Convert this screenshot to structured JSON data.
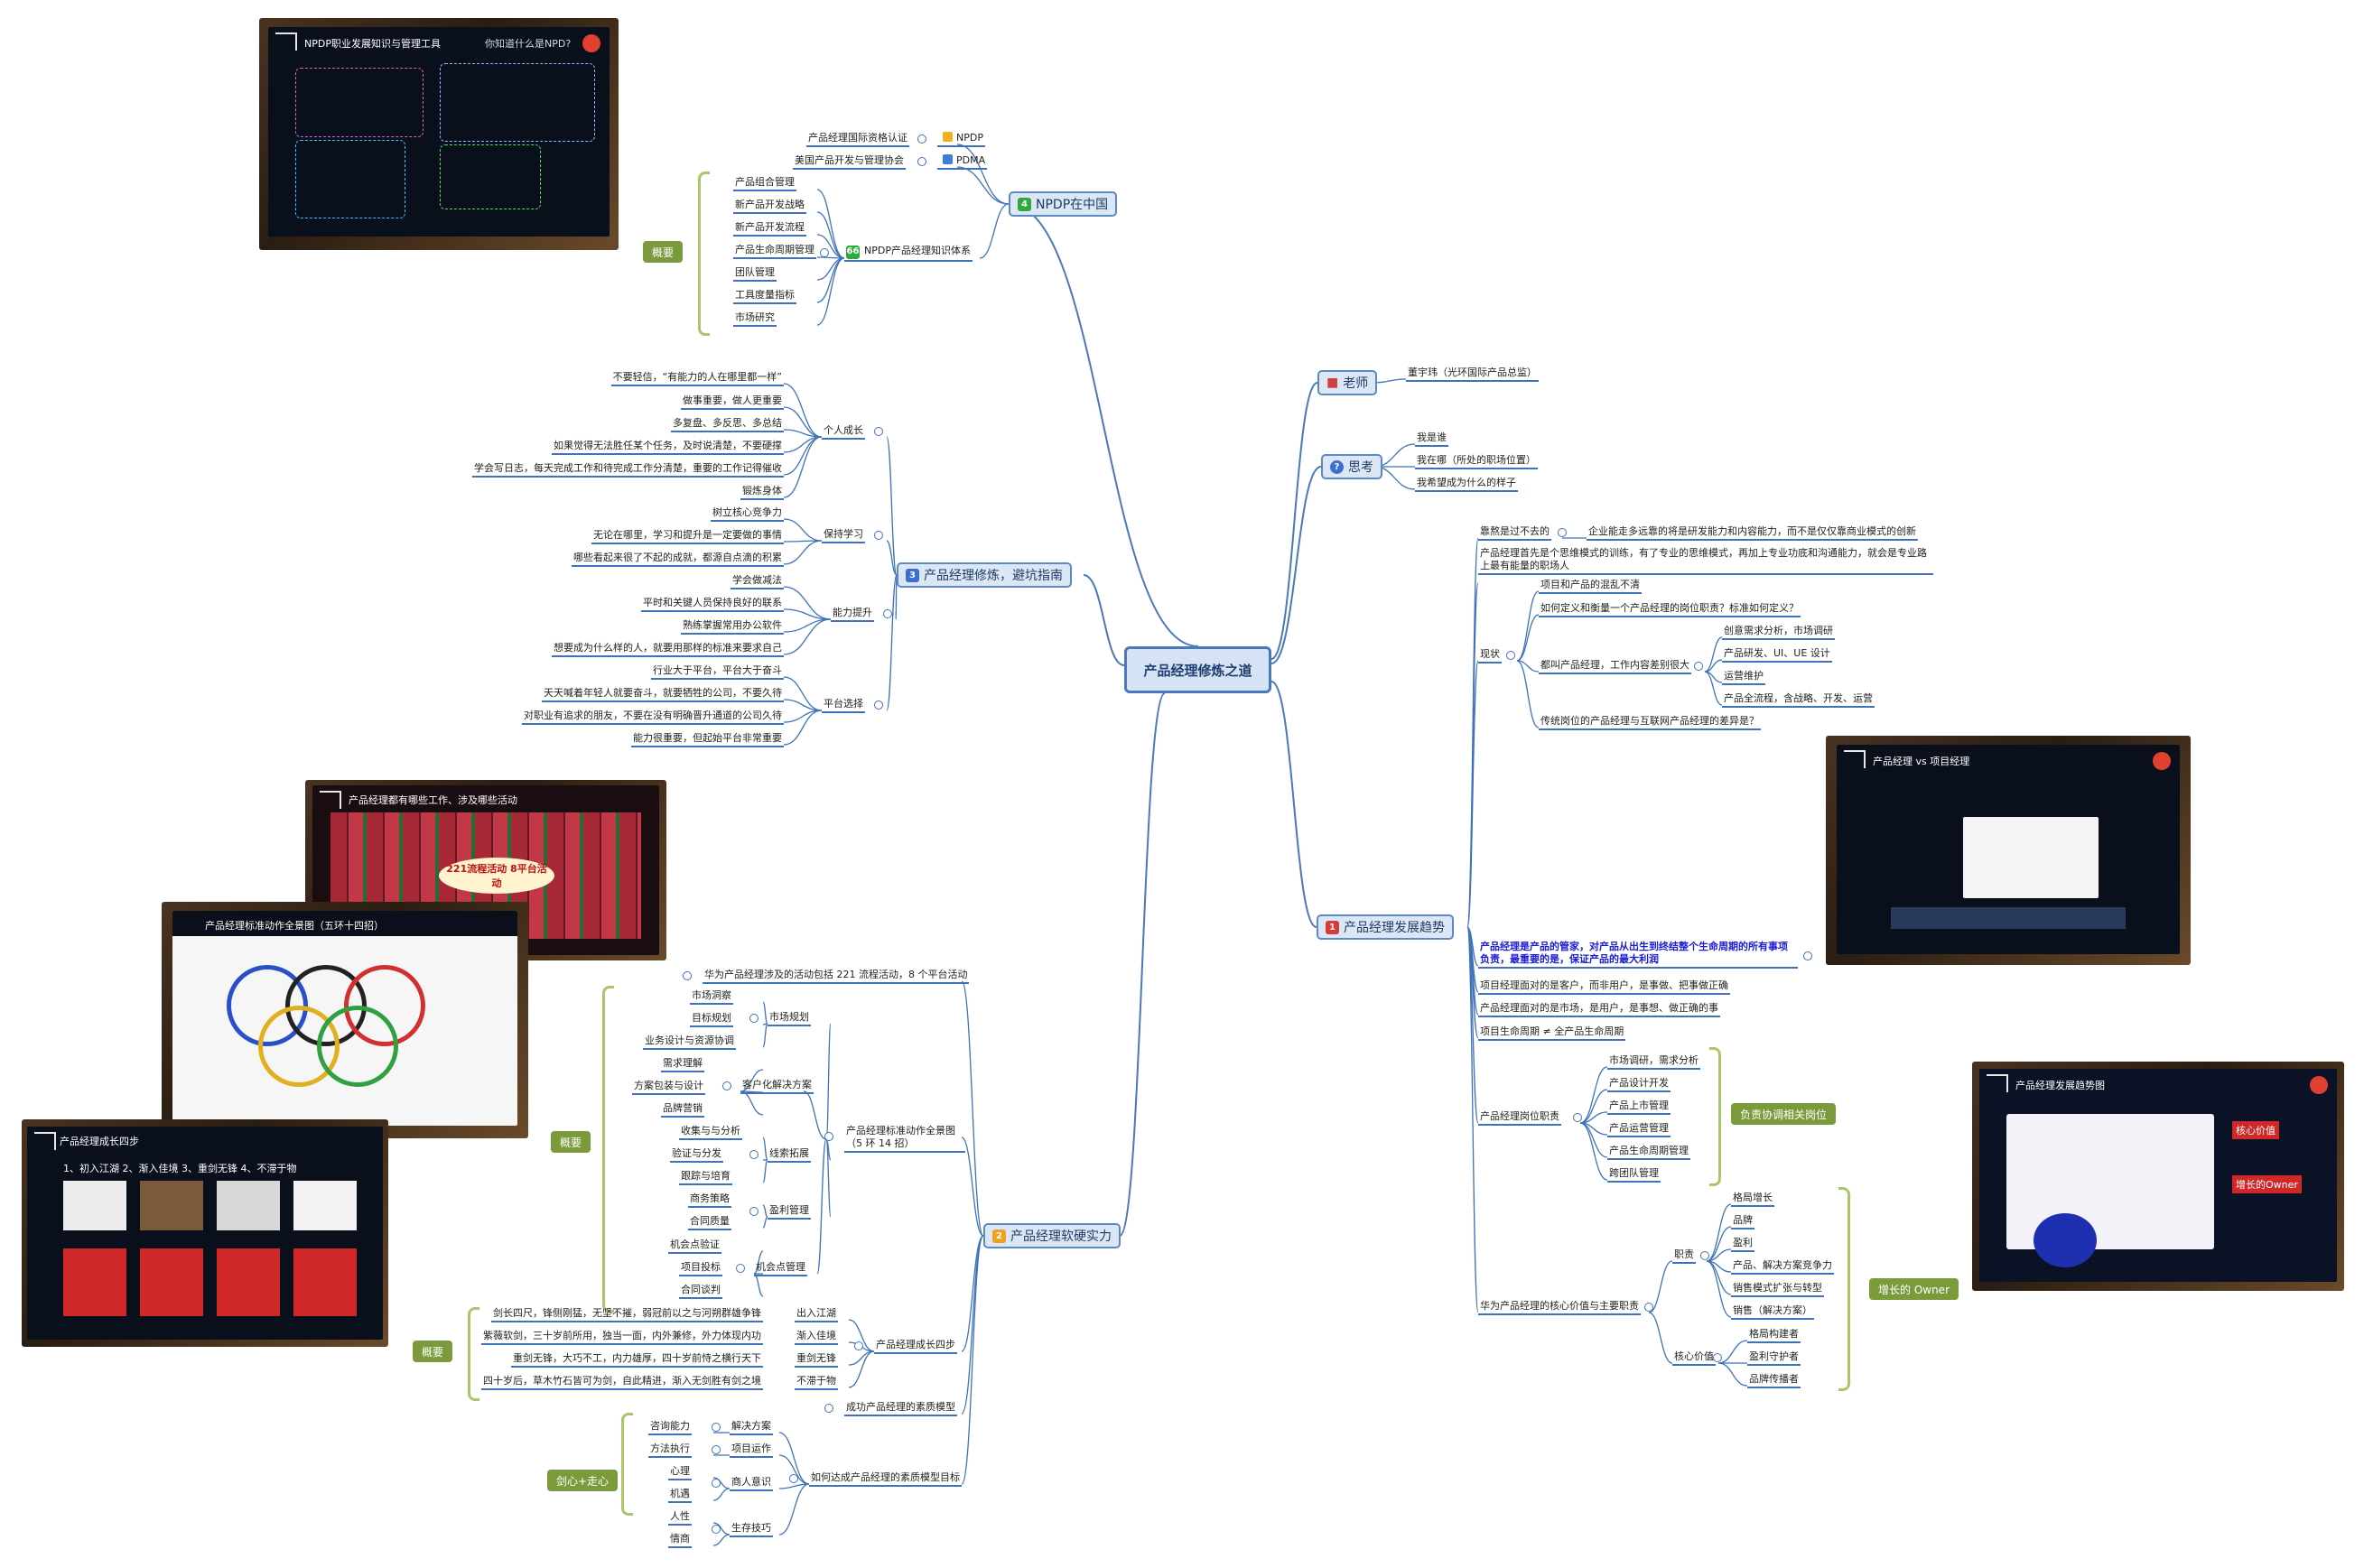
{
  "root": {
    "title": "产品经理修炼之道"
  },
  "branches": {
    "npdp": {
      "badge": "4",
      "title": "NPDP在中国",
      "badge_color": "#2eaa3c"
    },
    "teacher": {
      "title": "老师",
      "teacher_name": "董宇玮（光环国际产品总监）"
    },
    "think": {
      "title": "思考",
      "items": [
        "我是谁",
        "我在哪（所处的职场位置）",
        "我希望成为什么的样子"
      ]
    },
    "trend": {
      "badge": "1",
      "title": "产品经理发展趋势",
      "badge_color": "#d83a3a"
    },
    "guide": {
      "badge": "3",
      "title": "产品经理修炼，避坑指南",
      "badge_color": "#3b6fd1"
    },
    "soft": {
      "badge": "2",
      "title": "产品经理软硬实力",
      "badge_color": "#f0a020"
    }
  },
  "npdp": {
    "cert1": "产品经理国际资格认证",
    "cert1_tag": "NPDP",
    "cert2": "美国产品开发与管理协会",
    "cert2_tag": "PDMA",
    "system_badge": "66",
    "system_title": "NPDP产品经理知识体系",
    "system_items": [
      "产品组合管理",
      "新产品开发战略",
      "新产品开发流程",
      "产品生命周期管理",
      "团队管理",
      "工具度量指标",
      "市场研究"
    ],
    "summary": "概要"
  },
  "guide": {
    "groups": [
      {
        "label": "个人成长",
        "items": [
          "不要轻信，“有能力的人在哪里都一样”",
          "做事重要，做人更重要",
          "多复盘、多反思、多总结",
          "如果觉得无法胜任某个任务，及时说清楚，不要硬撑",
          "学会写日志，每天完成工作和待完成工作分清楚，重要的工作记得催收",
          "锻炼身体"
        ]
      },
      {
        "label": "保持学习",
        "items": [
          "树立核心竞争力",
          "无论在哪里，学习和提升是一定要做的事情",
          "哪些看起来很了不起的成就，都源自点滴的积累"
        ]
      },
      {
        "label": "能力提升",
        "items": [
          "学会做减法",
          "平时和关键人员保持良好的联系",
          "熟练掌握常用办公软件",
          "想要成为什么样的人，就要用那样的标准来要求自己"
        ]
      },
      {
        "label": "平台选择",
        "items": [
          "行业大于平台，平台大于奋斗",
          "天天喊着年轻人就要奋斗，就要牺牲的公司，不要久待",
          "对职业有追求的朋友，不要在没有明确晋升通道的公司久待",
          "能力很重要，但起始平台非常重要"
        ]
      }
    ]
  },
  "trend": {
    "n1": "靠熬是过不去的",
    "n1_child": "企业能走多远靠的将是研发能力和内容能力，而不是仅仅靠商业模式的创新",
    "n2": "产品经理首先是个思维模式的训练，有了专业的思维模式，再加上专业功底和沟通能力，就会是专业路上最有能量的职场人",
    "status": "现状",
    "status_items": [
      "项目和产品的混乱不清",
      "如何定义和衡量一个产品经理的岗位职责？标准如何定义？",
      "都叫产品经理，工作内容差别很大",
      "传统岗位的产品经理与互联网产品经理的差异是？"
    ],
    "diff_items": [
      "创意需求分析，市场调研",
      "产品研发、UI、UE 设计",
      "运营维护",
      "产品全流程，含战略、开发、运营"
    ],
    "highlight": "产品经理是产品的管家，对产品从出生到终结整个生命周期的所有事项负责，最重要的是，保证产品的最大利润",
    "n3": "项目经理面对的是客户，而非用户，是事做、把事做正确",
    "n4": "产品经理面对的是市场，是用户，是事想、做正确的事",
    "n5": "项目生命周期 ≠ 全产品生命周期",
    "duty": "产品经理岗位职责",
    "duty_items": [
      "市场调研，需求分析",
      "产品设计开发",
      "产品上市管理",
      "产品运营管理",
      "产品生命周期管理",
      "跨团队管理"
    ],
    "duty_summary": "负责协调相关岗位",
    "huawei": "华为产品经理的核心价值与主要职责",
    "resp": "职责",
    "resp_items": [
      "格局增长",
      "品牌",
      "盈利",
      "产品、解决方案竞争力",
      "销售模式扩张与转型",
      "销售（解决方案）"
    ],
    "core": "核心价值",
    "core_items": [
      "格局构建者",
      "盈利守护者",
      "品牌传播者"
    ],
    "owner_summary": "增长的 Owner"
  },
  "soft": {
    "huawei_note": "华为产品经理涉及的活动包括 221 流程活动，8 个平台活动",
    "panorama": "产品经理标准动作全景图（5 环 14 招）",
    "rings": [
      {
        "label": "市场规划",
        "items": [
          "市场洞察",
          "目标规划",
          "业务设计与资源协调"
        ]
      },
      {
        "label": "客户化解决方案",
        "items": [
          "需求理解",
          "方案包装与设计",
          "品牌营销"
        ]
      },
      {
        "label": "线索拓展",
        "items": [
          "收集与与分析",
          "验证与分发",
          "跟踪与培育"
        ]
      },
      {
        "label": "盈利管理",
        "items": [
          "商务策略",
          "合同质量"
        ]
      },
      {
        "label": "机会点管理",
        "items": [
          "机会点验证",
          "项目投标",
          "合同谈判"
        ]
      }
    ],
    "summary1": "概要",
    "growth": "产品经理成长四步",
    "growth_steps": [
      {
        "label": "出入江湖",
        "text": "剑长四尺，锋侧刚猛，无坚不摧，弱冠前以之与河朔群雄争锋"
      },
      {
        "label": "渐入佳境",
        "text": "紫薇软剑，三十岁前所用，独当一面，内外兼修，外力体现内功"
      },
      {
        "label": "重剑无锋",
        "text": "重剑无锋，大巧不工，内力雄厚，四十岁前恃之横行天下"
      },
      {
        "label": "不滞于物",
        "text": "四十岁后，草木竹石皆可为剑，自此精进，渐入无剑胜有剑之境"
      }
    ],
    "summary2": "概要",
    "model": "成功产品经理的素质模型",
    "target": "如何达成产品经理的素质模型目标",
    "target_groups": [
      {
        "label": "解决方案",
        "items": [
          "咨询能力"
        ]
      },
      {
        "label": "项目运作",
        "items": [
          "方法执行"
        ]
      },
      {
        "label": "商人意识",
        "items": [
          "心理",
          "机遇"
        ]
      },
      {
        "label": "生存技巧",
        "items": [
          "人性",
          "情商"
        ]
      }
    ],
    "summary3": "剑心+走心"
  },
  "photos": {
    "npdp_slide": {
      "title": "NPDP职业发展知识与管理工具",
      "question": "你知道什么是NPD?"
    },
    "trend_slide1": {
      "title": "产品经理 vs 项目经理"
    },
    "trend_slide2": {
      "title": "产品经理发展趋势图",
      "badge1": "核心价值",
      "badge2": "增长的Owner"
    },
    "soft_slide1": {
      "title": "产品经理都有哪些工作、涉及哪些活动",
      "big": "221流程活动 8平台活动"
    },
    "soft_slide2": {
      "title": "产品经理标准动作全景图（五环十四招）"
    },
    "soft_slide3": {
      "title": "产品经理成长四步",
      "steps": "1、初入江湖   2、渐入佳境   3、重剑无锋   4、不滞于物"
    }
  }
}
